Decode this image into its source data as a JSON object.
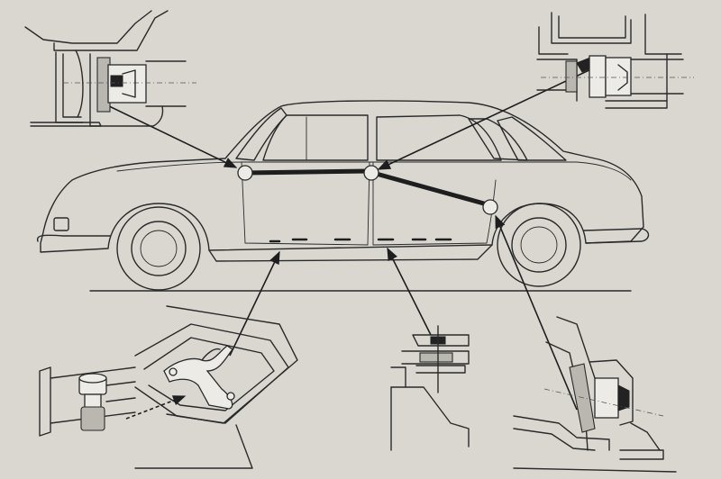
{
  "colors": {
    "paper": "#d9d7d0",
    "ink": "#1e1e1e",
    "highlight": "#ecebe6"
  },
  "callouts": [
    {
      "id": "top-left",
      "target": "front-door-upper-hinge"
    },
    {
      "id": "top-right",
      "target": "door-frame-top-joint"
    },
    {
      "id": "bottom-left",
      "target": "sill-door-stop"
    },
    {
      "id": "bottom-center",
      "target": "sill-center-fixing"
    },
    {
      "id": "bottom-right",
      "target": "rear-pillar-seal"
    }
  ]
}
